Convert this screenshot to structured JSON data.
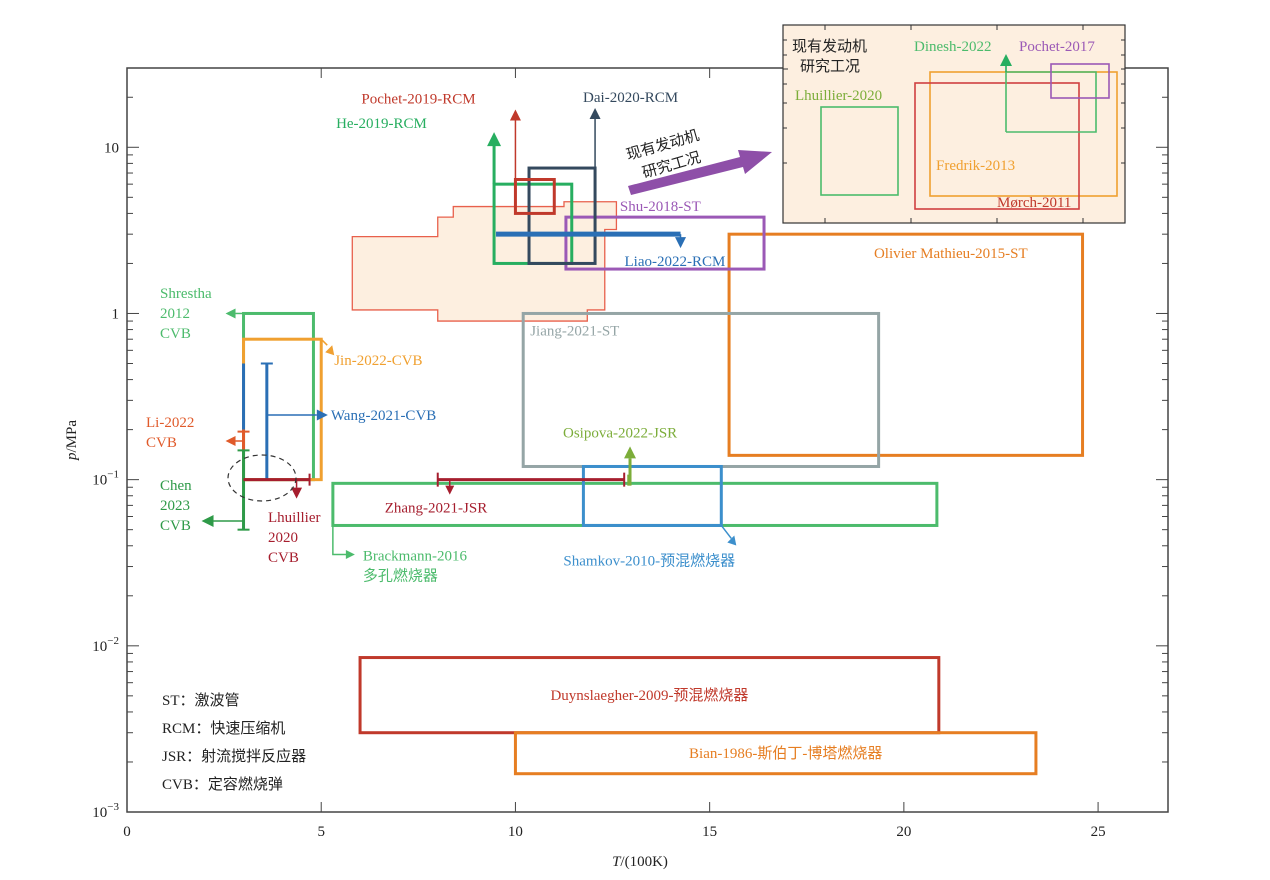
{
  "chart_data": {
    "type": "rectangle-range",
    "title": "",
    "xlabel": "T/(100K)",
    "ylabel": "p/MPa",
    "x_scale": "linear",
    "y_scale": "log",
    "xlim": [
      0,
      26.8
    ],
    "ylim": [
      0.001,
      30
    ],
    "x_ticks": [
      0,
      5,
      10,
      15,
      20,
      25
    ],
    "x_tick_labels": [
      "0",
      "5",
      "10",
      "15",
      "20",
      "25"
    ],
    "y_ticks": [
      0.001,
      0.01,
      0.1,
      1,
      10
    ],
    "y_tick_labels": [
      {
        "base": "10",
        "exp": "−3"
      },
      {
        "base": "10",
        "exp": "−2"
      },
      {
        "base": "10",
        "exp": "−1"
      },
      {
        "base": "1",
        "exp": ""
      },
      {
        "base": "10",
        "exp": ""
      }
    ],
    "engine_region": {
      "label": "现有发动机研究工况",
      "color": "#e8604c",
      "fill": "#fdefe0",
      "polygon": [
        [
          5.8,
          2.9
        ],
        [
          8.0,
          2.9
        ],
        [
          8.0,
          3.8
        ],
        [
          8.4,
          3.8
        ],
        [
          8.4,
          4.4
        ],
        [
          11.25,
          4.4
        ],
        [
          11.25,
          4.7
        ],
        [
          12.6,
          4.7
        ],
        [
          12.6,
          3.2
        ],
        [
          12.3,
          3.2
        ],
        [
          12.3,
          1.05
        ],
        [
          11.85,
          1.05
        ],
        [
          11.85,
          0.9
        ],
        [
          8.0,
          0.9
        ],
        [
          8.0,
          1.05
        ],
        [
          5.8,
          1.05
        ]
      ]
    },
    "series": [
      {
        "name": "Pochet-2019-RCM",
        "kind": "box",
        "color": "#c0392b",
        "T": [
          10.0,
          11.0
        ],
        "p": [
          4.0,
          6.4
        ],
        "arrow": "up",
        "label_color": "#c0392b"
      },
      {
        "name": "He-2019-RCM",
        "kind": "box",
        "color": "#27ae60",
        "T": [
          9.45,
          11.45
        ],
        "p": [
          2.0,
          6.0
        ],
        "arrow": "up",
        "label_color": "#27ae60"
      },
      {
        "name": "Dai-2020-RCM",
        "kind": "box",
        "color": "#34495e",
        "T": [
          10.35,
          12.05
        ],
        "p": [
          2.0,
          7.5
        ],
        "arrow": "up",
        "label_color": "#34495e"
      },
      {
        "name": "Liao-2022-RCM",
        "kind": "line",
        "color": "#2a6fb5",
        "T": [
          9.5,
          14.25
        ],
        "p": [
          3.0,
          3.0
        ],
        "arrow": "down",
        "label_color": "#2a6fb5"
      },
      {
        "name": "Shu-2018-ST",
        "kind": "box",
        "color": "#9b59b6",
        "T": [
          11.3,
          16.4
        ],
        "p": [
          1.85,
          3.8
        ],
        "label_color": "#9b59b6"
      },
      {
        "name": "Olivier Mathieu-2015-ST",
        "kind": "box",
        "color": "#e67e22",
        "T": [
          15.5,
          24.6
        ],
        "p": [
          0.14,
          3.0
        ],
        "label_color": "#e67e22"
      },
      {
        "name": "Jiang-2021-ST",
        "kind": "box",
        "color": "#95a5a6",
        "T": [
          10.2,
          19.35
        ],
        "p": [
          0.12,
          1.0
        ],
        "label_color": "#95a5a6"
      },
      {
        "name": "Osipova-2022-JSR",
        "kind": "arrow",
        "color": "#7cad3a",
        "T": [
          12.95,
          12.95
        ],
        "p": [
          0.1,
          0.15
        ],
        "arrow": "up",
        "label_color": "#7cad3a"
      },
      {
        "name": "Zhang-2021-JSR",
        "kind": "range",
        "color": "#a61e2e",
        "T": [
          8.0,
          12.8
        ],
        "p": [
          0.1,
          0.1
        ],
        "arrow": "down",
        "label_color": "#a61e2e"
      },
      {
        "name": "Shamkov-2010-预混燃烧器",
        "kind": "box",
        "color": "#3c8fcc",
        "T": [
          11.75,
          15.3
        ],
        "p": [
          0.053,
          0.12
        ],
        "arrow": "down-right",
        "label_color": "#3c8fcc"
      },
      {
        "name": "Brackmann-2016 多孔燃烧器",
        "kind": "box",
        "color": "#4cbb6c",
        "T": [
          5.3,
          20.85
        ],
        "p": [
          0.053,
          0.095
        ],
        "arrow": "right",
        "label_color": "#4cbb6c"
      },
      {
        "name": "Duynslaegher-2009-预混燃烧器",
        "kind": "box",
        "color": "#c0392b",
        "T": [
          6.0,
          20.9
        ],
        "p": [
          0.003,
          0.0085
        ],
        "label_color": "#c0392b"
      },
      {
        "name": "Bian-1986-斯伯丁-博塔燃烧器",
        "kind": "box",
        "color": "#e67e22",
        "T": [
          10.0,
          23.4
        ],
        "p": [
          0.0017,
          0.003
        ],
        "label_color": "#e67e22"
      },
      {
        "name": "Shrestha 2012 CVB",
        "kind": "box",
        "color": "#4cbb6c",
        "T": [
          3.0,
          4.8
        ],
        "p": [
          0.1,
          1.0
        ],
        "arrow": "left",
        "label_color": "#4cbb6c"
      },
      {
        "name": "Jin-2022-CVB",
        "kind": "box",
        "color": "#f0a030",
        "T": [
          3.0,
          5.0
        ],
        "p": [
          0.1,
          0.7
        ],
        "arrow": "down-right",
        "label_color": "#f0a030"
      },
      {
        "name": "Wang-2021-CVB",
        "kind": "range-vertical",
        "color": "#2a6fb5",
        "T": [
          3.6,
          3.6
        ],
        "p": [
          0.1,
          0.5
        ],
        "arrow": "right",
        "label_color": "#2a6fb5"
      },
      {
        "name": "Li-2022 CVB",
        "kind": "range-vertical",
        "color": "#e05a2a",
        "T": [
          3.0,
          3.0
        ],
        "p": [
          0.15,
          0.2
        ],
        "arrow": "left",
        "label_color": "#e05a2a"
      },
      {
        "name": "Chen 2023 CVB",
        "kind": "range-vertical",
        "color": "#2e9a48",
        "T": [
          3.0,
          3.0
        ],
        "p": [
          0.05,
          0.15
        ],
        "arrow": "left",
        "label_color": "#2e9a48"
      },
      {
        "name": "Lhuillier 2020 CVB",
        "kind": "range",
        "color": "#a61e2e",
        "T": [
          3.0,
          4.7
        ],
        "p": [
          0.1,
          0.1
        ],
        "arrow": "down",
        "label_color": "#a61e2e"
      }
    ],
    "inset": {
      "title": "现有发动机研究工况",
      "background": "#fdefe0",
      "boxes": [
        {
          "name": "Lhuillier-2020",
          "color": "#4cbb6c"
        },
        {
          "name": "Dinesh-2022",
          "color": "#4cbb6c"
        },
        {
          "name": "Pochet-2017",
          "color": "#9b59b6"
        },
        {
          "name": "Fredrik-2013",
          "color": "#f0a030"
        },
        {
          "name": "Mørch-2011",
          "color": "#c0392b"
        }
      ]
    },
    "annotation_arrow": {
      "text_line1": "现有发动机",
      "text_line2": "研究工况",
      "color": "#8e4fa8"
    },
    "legend": {
      "placement": "bottom-left",
      "entries": [
        "ST：激波管",
        "RCM：快速压缩机",
        "JSR：射流搅拌反应器",
        "CVB：定容燃烧弹"
      ]
    }
  }
}
